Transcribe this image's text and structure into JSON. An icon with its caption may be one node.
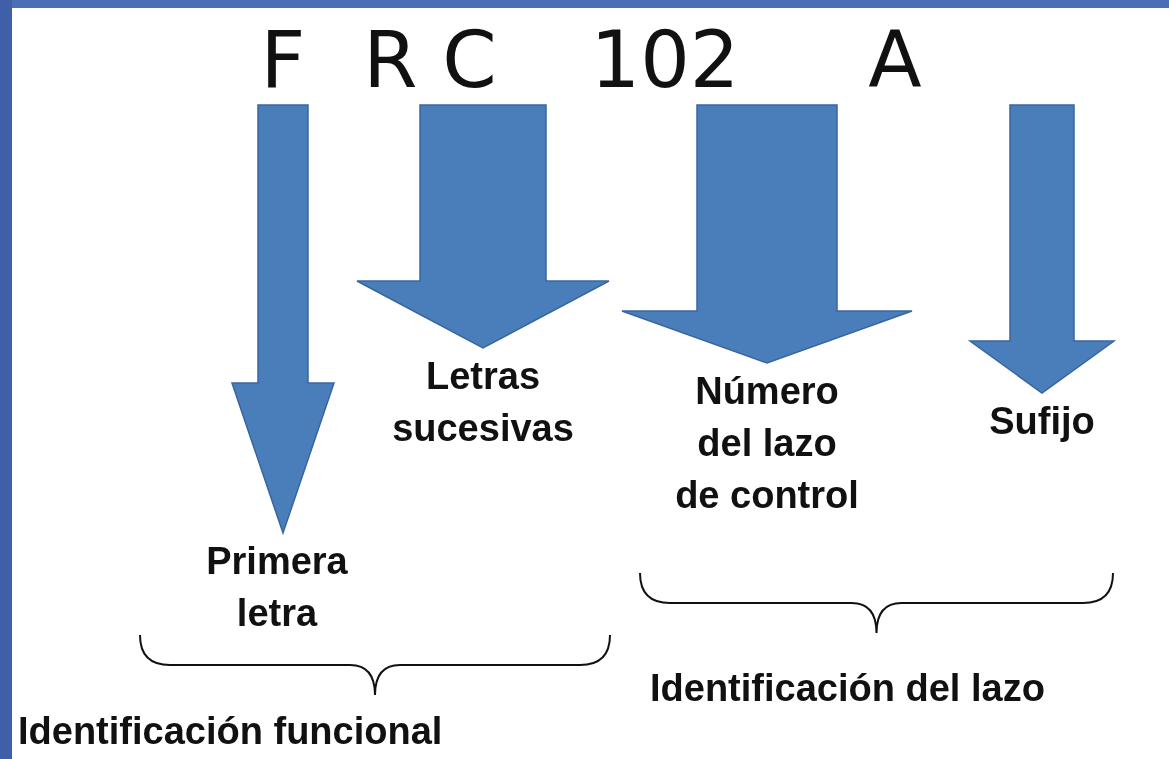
{
  "diagram": {
    "nodes": [
      {
        "text": [
          "F"
        ]
      },
      {
        "text": [
          "R C"
        ]
      },
      {
        "text": [
          "102"
        ]
      },
      {
        "text": [
          "A"
        ]
      },
      {
        "text": [
          "Primera letra"
        ]
      },
      {
        "text": [
          "Letras sucesivas"
        ]
      },
      {
        "text": [
          "Número del lazo de control"
        ]
      },
      {
        "text": [
          "Sufijo"
        ]
      }
    ],
    "edges": [
      {
        "from": 0,
        "to": 4,
        "arrow": "to"
      },
      {
        "from": 1,
        "to": 5,
        "arrow": "to"
      },
      {
        "from": 2,
        "to": 6,
        "arrow": "to"
      },
      {
        "from": 3,
        "to": 7,
        "arrow": "to"
      }
    ],
    "labels": [
      "Identificación del lazo",
      "Identificación funcional"
    ]
  }
}
